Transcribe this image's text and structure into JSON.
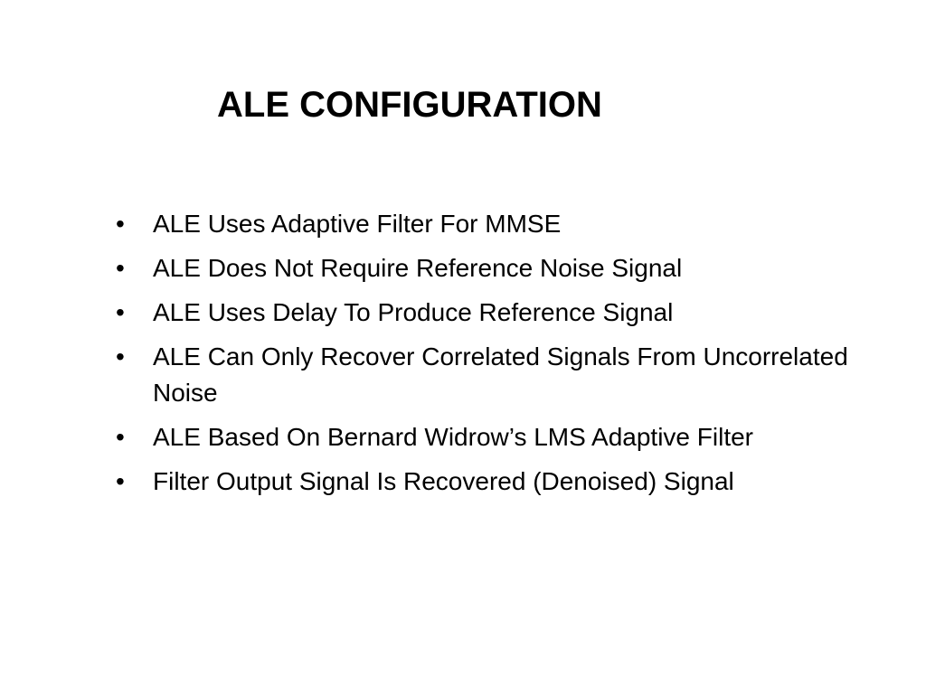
{
  "slide": {
    "title": "ALE CONFIGURATION",
    "bullet_marker": "•",
    "bullets": [
      "ALE Uses Adaptive Filter For MMSE",
      "ALE Does Not Require Reference Noise Signal",
      "ALE Uses Delay To Produce Reference Signal",
      "ALE Can Only Recover Correlated Signals From Uncorrelated Noise",
      "ALE Based On Bernard Widrow’s LMS Adaptive Filter",
      "Filter Output Signal Is Recovered (Denoised) Signal"
    ]
  },
  "colors": {
    "background": "#ffffff",
    "text": "#000000"
  }
}
